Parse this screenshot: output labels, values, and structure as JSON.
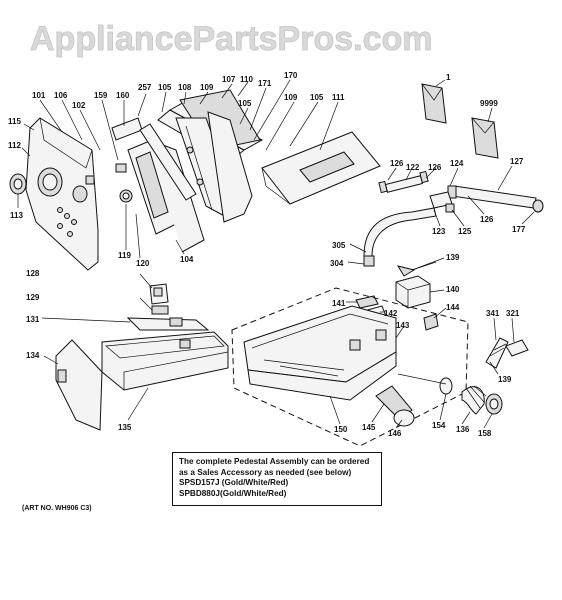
{
  "watermark": "AppliancePartsPros.com",
  "labels": {
    "p1": "1",
    "p9999": "9999",
    "p257": "257",
    "p105a": "105",
    "p108": "108",
    "p109a": "109",
    "p107": "107",
    "p110": "110",
    "p170": "170",
    "p171": "171",
    "p105b": "105",
    "p109b": "109",
    "p105c": "105",
    "p111": "111",
    "p101": "101",
    "p106": "106",
    "p102": "102",
    "p159": "159",
    "p160": "160",
    "p115": "115",
    "p112": "112",
    "p113": "113",
    "p119": "119",
    "p120": "120",
    "p104": "104",
    "p126a": "126",
    "p122": "122",
    "p126b": "126",
    "p124": "124",
    "p127": "127",
    "p123": "123",
    "p125": "125",
    "p126c": "126",
    "p177": "177",
    "p305": "305",
    "p304": "304",
    "p139a": "139",
    "p140": "140",
    "p141": "141",
    "p142": "142",
    "p144": "144",
    "p143": "143",
    "p128": "128",
    "p129": "129",
    "p131": "131",
    "p134": "134",
    "p135": "135",
    "p341": "341",
    "p321": "321",
    "p139b": "139",
    "p150": "150",
    "p145": "145",
    "p146": "146",
    "p154": "154",
    "p136": "136",
    "p158": "158"
  },
  "note": {
    "line1": "The complete Pedestal Assembly can be ordered",
    "line2": "as a Sales Accessory as needed (see below)",
    "line3_code": "SPSD157J",
    "line3_desc": " (Gold/White/Red)",
    "line4_code": "SPBD880J",
    "line4_desc": "(Gold/White/Red)"
  },
  "art_number": "(ART NO. WH906 C3)"
}
